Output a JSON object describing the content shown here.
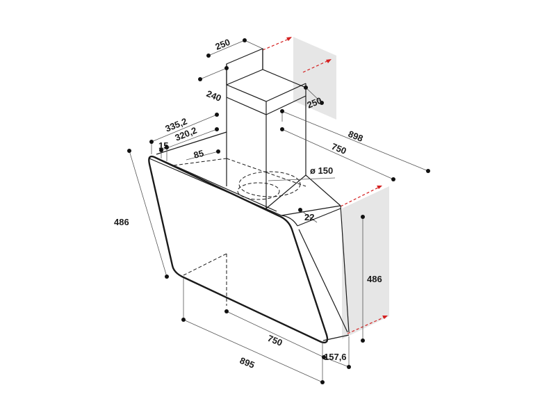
{
  "diagram": {
    "colors": {
      "wall": "#e6e6e6",
      "outline": "#1a1a1a",
      "dimension_line": "#555555",
      "arrow": "#d42020"
    },
    "dimensions": {
      "chimney_width": "250",
      "chimney_depth": "240",
      "chimney_depth_right": "250",
      "offset_335": "335,2",
      "offset_320": "320,2",
      "offset_15": "15",
      "offset_85": "85",
      "outlet_diameter": "ø 150",
      "total_width_top": "898",
      "inner_width_top": "750",
      "panel_height_left": "486",
      "panel_height_right": "486",
      "body_offset": "22",
      "base_width": "750",
      "total_width_bottom": "895",
      "body_depth": "157,6"
    }
  }
}
